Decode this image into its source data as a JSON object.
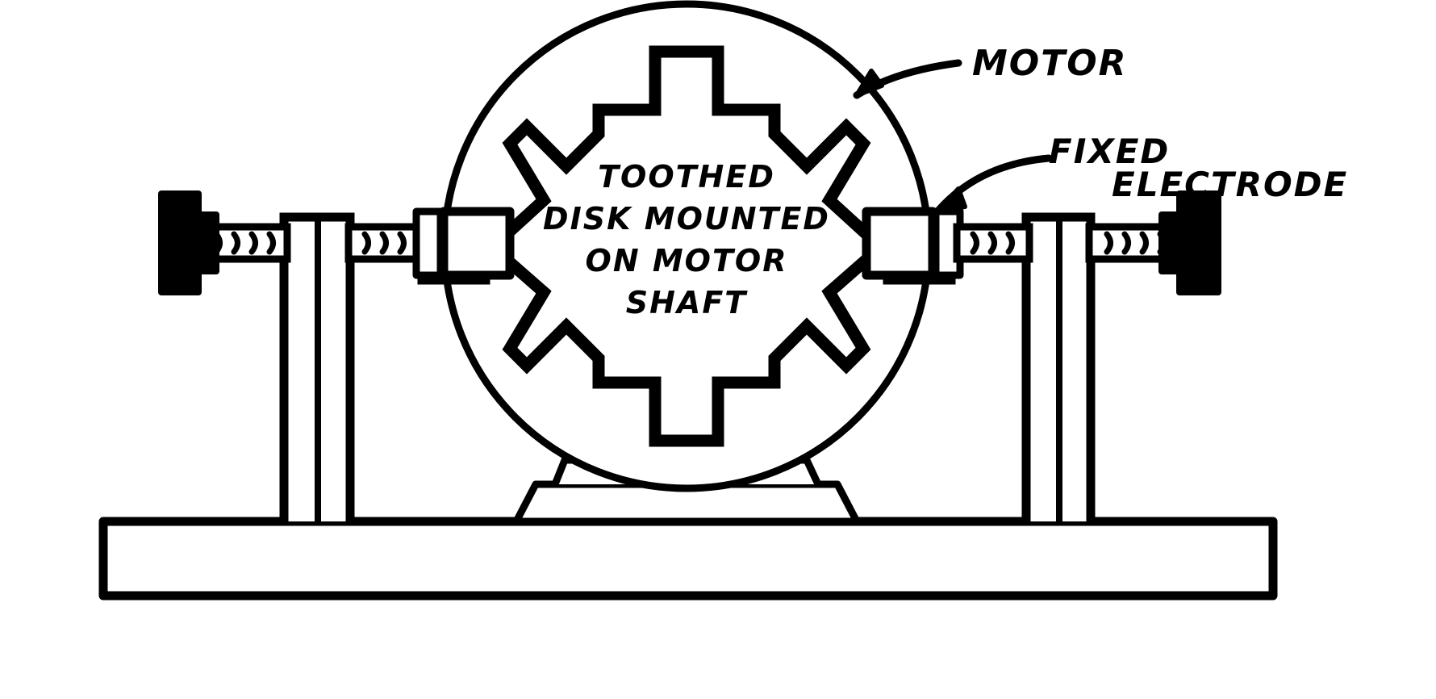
{
  "diagram": {
    "title": "Toothed Disk Rotary Spark Gap",
    "ink_color": "#000000",
    "background_color": "#ffffff",
    "labels": {
      "motor": "MOTOR",
      "fixed_electrode_line1": "FIXED",
      "fixed_electrode_line2": "ELECTRODE",
      "center_line1": "TOOTHED",
      "center_line2": "DISK MOUNTED",
      "center_line3": "ON MOTOR",
      "center_line4": "SHAFT"
    },
    "parts": {
      "motor_housing": "motor-housing-circle",
      "toothed_disk": "toothed-disk",
      "disk_teeth_count": 8,
      "motor_pedestal": "motor-pedestal",
      "base_board": "base-board",
      "left_post": "left-support-post",
      "right_post": "right-support-post",
      "left_electrode_block": "left-electrode-block",
      "right_electrode_block": "right-electrode-block",
      "left_threaded_rod": "left-threaded-rod",
      "right_threaded_rod": "right-threaded-rod",
      "left_knob": "left-adjusting-knob",
      "right_knob": "right-adjusting-knob",
      "left_collar": "left-collar",
      "right_collar": "right-collar"
    },
    "annotations": [
      {
        "name": "motor-arrow",
        "points_to": "motor-housing-circle"
      },
      {
        "name": "fixed-electrode-arrow",
        "points_to": "right-electrode-block"
      }
    ]
  }
}
